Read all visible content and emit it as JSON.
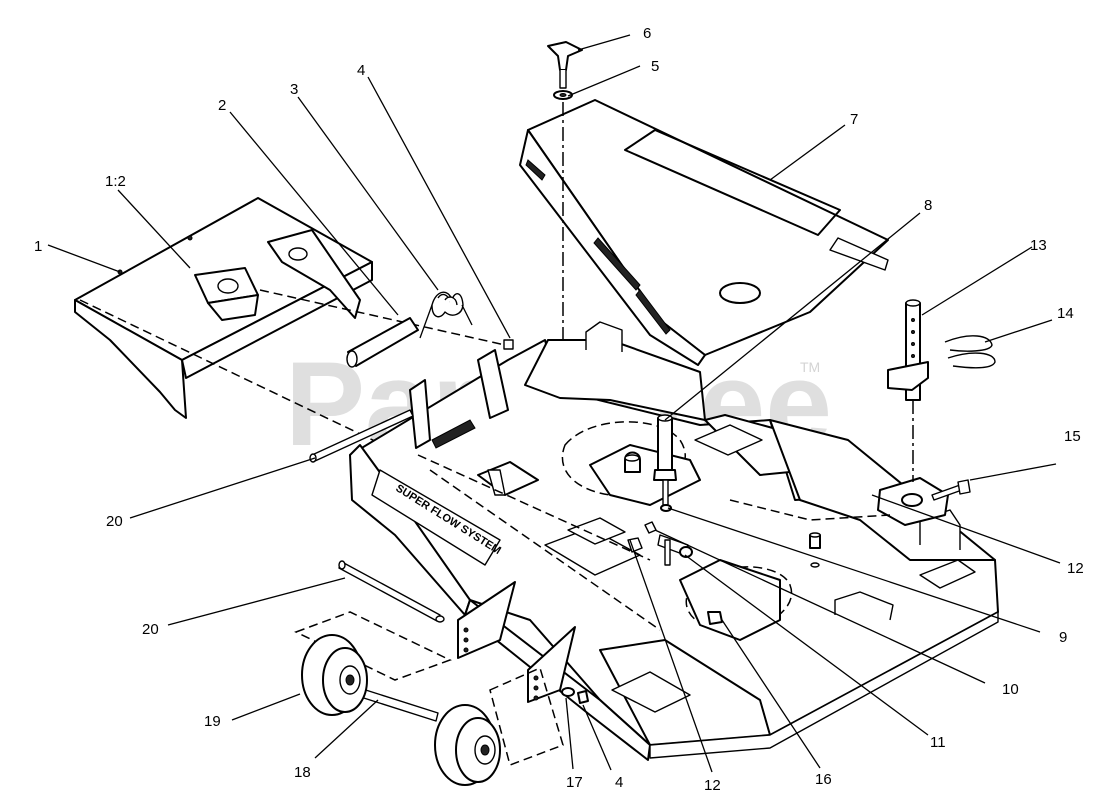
{
  "watermark": {
    "brand": "PartsTree",
    "tm": "TM"
  },
  "deck_decal_text": "SUPER FLOW SYSTEM",
  "callouts": {
    "c1": "1",
    "c1_2": "1:2",
    "c2": "2",
    "c3": "3",
    "c4_top": "4",
    "c4_bottom": "4",
    "c5": "5",
    "c6": "6",
    "c7": "7",
    "c8": "8",
    "c9": "9",
    "c10": "10",
    "c11": "11",
    "c12_right": "12",
    "c12_bottom": "12",
    "c13": "13",
    "c14": "14",
    "c15": "15",
    "c16": "16",
    "c17": "17",
    "c18": "18",
    "c19": "19",
    "c20_top": "20",
    "c20_bottom": "20"
  }
}
